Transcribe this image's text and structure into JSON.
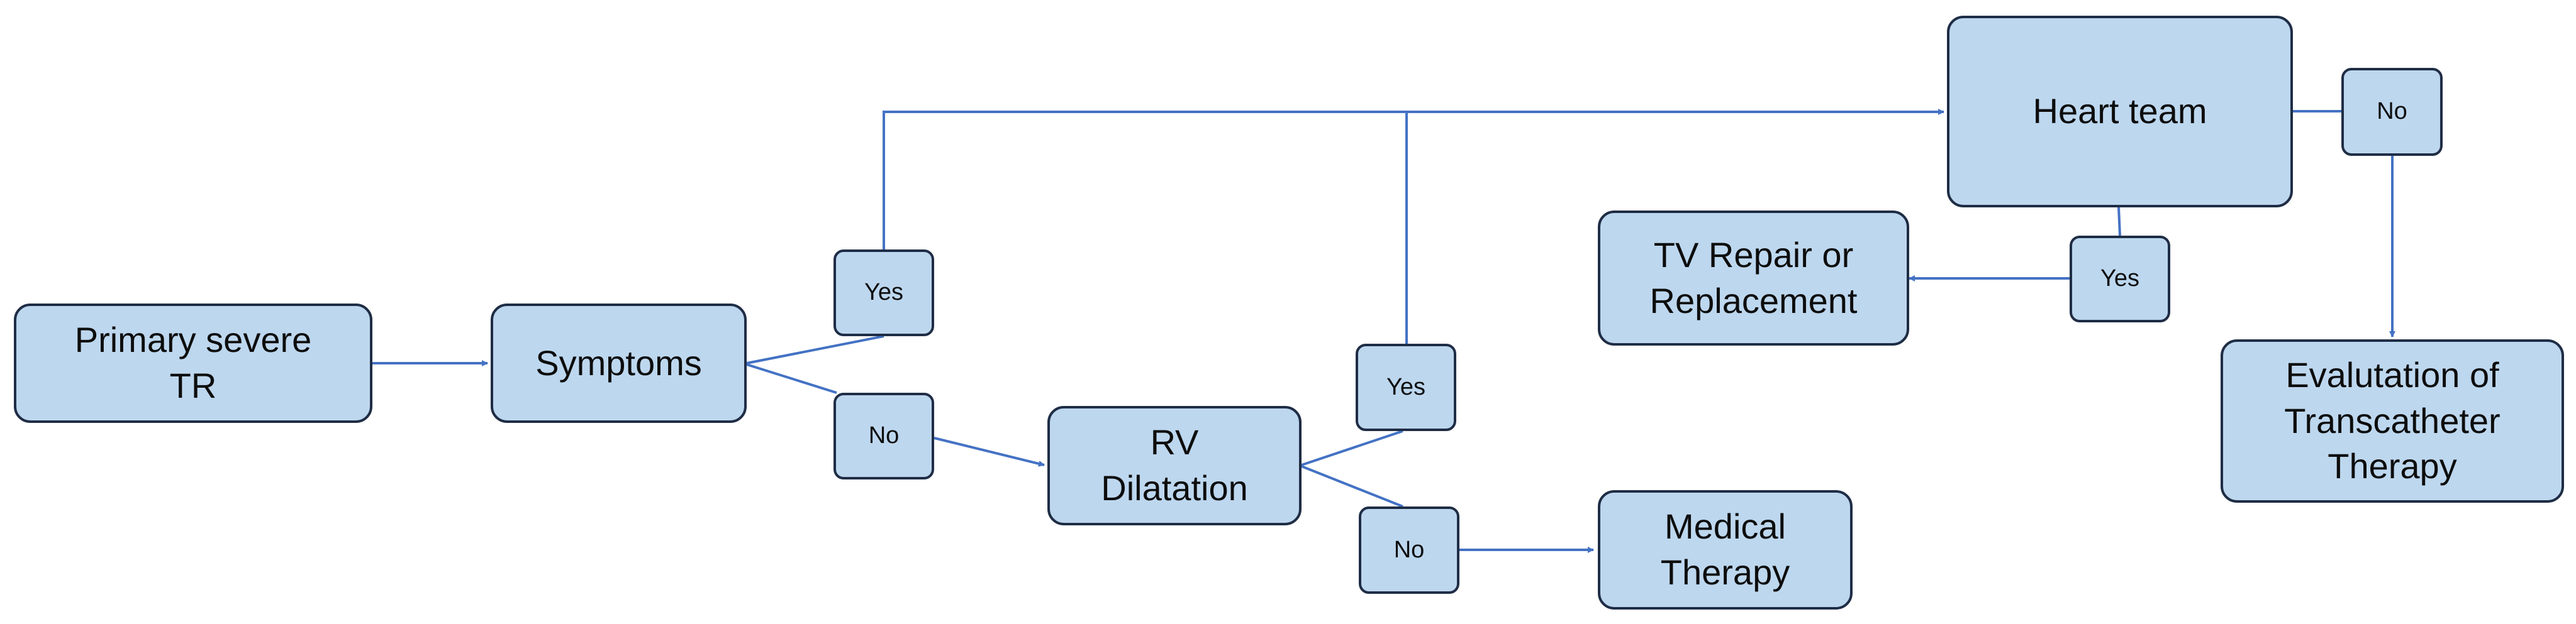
{
  "colors": {
    "fill": "#bdd7ee",
    "border": "#1f2d45",
    "line": "#4472c4"
  },
  "nodes": {
    "primary": "Primary severe\nTR",
    "symptoms": "Symptoms",
    "rv": "RV\nDilatation",
    "heart_team": "Heart team",
    "tv_repair": "TV Repair or\nReplacement",
    "medical": "Medical\nTherapy",
    "evaluation": "Evalutation of\nTranscatheter\nTherapy"
  },
  "labels": {
    "symptoms_yes": "Yes",
    "symptoms_no": "No",
    "rv_yes": "Yes",
    "rv_no": "No",
    "heart_yes": "Yes",
    "heart_no": "No"
  }
}
